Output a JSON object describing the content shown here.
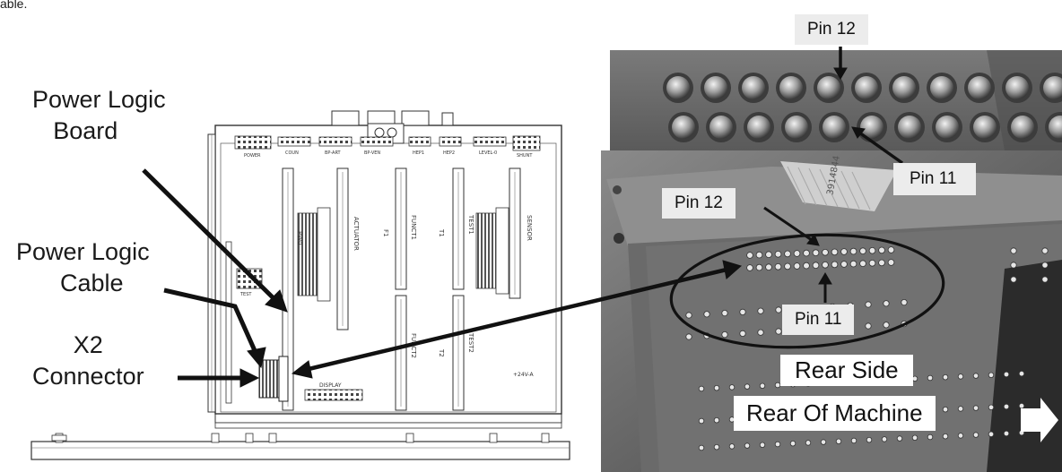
{
  "top_text": "able.",
  "labels": {
    "power_logic_board": [
      "Power Logic",
      "Board"
    ],
    "power_logic_cable": [
      "Power Logic",
      "Cable"
    ],
    "x2_connector": [
      "X2",
      "Connector"
    ]
  },
  "drawing": {
    "headers": [
      "POWER",
      "COUN",
      "BP-ART",
      "BP-VEN",
      "HEP1",
      "HEP2",
      "LEVEL-0",
      "SHUNT"
    ],
    "slots": [
      "PW0",
      "ACTUATOR",
      "F1",
      "FUNCT1",
      "T1",
      "TEST1",
      "SENSOR",
      "FUNCT2",
      "T2",
      "TEST2"
    ],
    "misc": [
      "TEST",
      "DISPLAY",
      "+24V-A"
    ]
  },
  "photo": {
    "pin12_top": "Pin 12",
    "pin11_top": "Pin 11",
    "cable_text": "3914844",
    "pin12": "Pin 12",
    "pin11": "Pin 11",
    "rear_side": "Rear Side",
    "rear_machine": "Rear Of Machine"
  }
}
